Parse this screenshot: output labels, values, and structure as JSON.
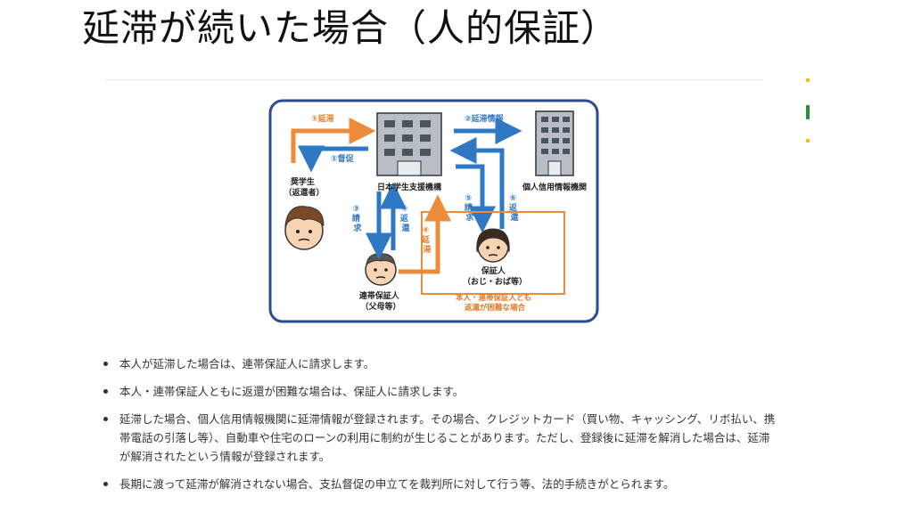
{
  "title": "延滞が続いた場合（人的保証）",
  "colors": {
    "frame": "#2a4d8f",
    "blue_arrow": "#2f78c4",
    "orange_arrow": "#ec8b3a",
    "orange_text": "#e07a26"
  },
  "diagram": {
    "arrow_1_overdue": "①延滞",
    "arrow_1_reminder": "①督促",
    "arrow_2_info": "②延滞情報",
    "arrow_3_request": [
      "③",
      "請",
      "求"
    ],
    "arrow_4_repay": [
      "④",
      "返",
      "還"
    ],
    "arrow_4_overdue": [
      "④",
      "延",
      "滞"
    ],
    "arrow_5_request": [
      "⑤",
      "請",
      "求"
    ],
    "arrow_6_repay": [
      "⑥",
      "返",
      "還"
    ],
    "student_lines": [
      "奨学生",
      "（返還者）"
    ],
    "jasso": "日本学生支援機構",
    "credit_bureau": "個人信用情報機関",
    "joint_guarantor_lines": [
      "連帯保証人",
      "（父母等）"
    ],
    "guarantor_lines": [
      "保証人",
      "（おじ・おば等）"
    ],
    "difficult_case_lines": [
      "本人・連帯保証人とも",
      "返還が困難な場合"
    ]
  },
  "bullets": [
    "本人が延滞した場合は、連帯保証人に請求します。",
    "本人・連帯保証人ともに返還が困難な場合は、保証人に請求します。",
    "延滞した場合、個人信用情報機関に延滞情報が登録されます。その場合、クレジットカード（買い物、キャッシング、リボ払い、携帯電話の引落し等）、自動車や住宅のローンの利用に制約が生じることがあります。ただし、登録後に延滞を解消した場合は、延滞が解消されたという情報が登録されます。",
    "長期に渡って延滞が解消されない場合、支払督促の申立てを裁判所に対して行う等、法的手続きがとられます。"
  ]
}
